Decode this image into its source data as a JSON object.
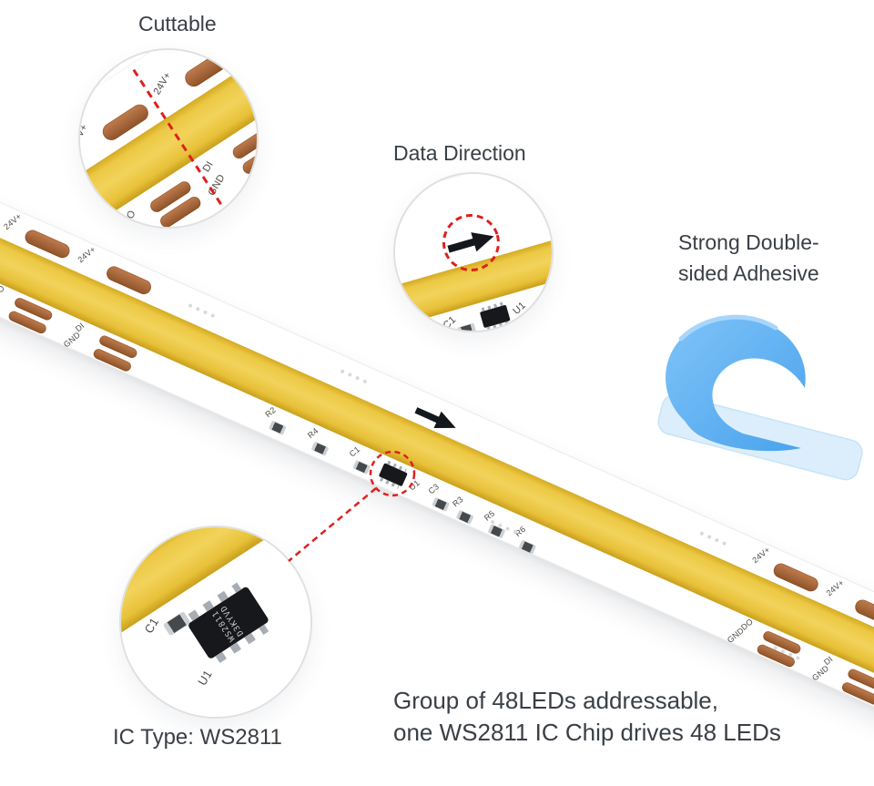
{
  "titles": {
    "cuttable": "Cuttable",
    "data_direction": "Data Direction",
    "adhesive_line1": "Strong Double-",
    "adhesive_line2": "sided Adhesive",
    "ic_caption": "IC Type: WS2811",
    "footer_line1": "Group of 48LEDs addressable,",
    "footer_line2": "one WS2811 IC Chip drives 48 LEDs"
  },
  "strip": {
    "pads": {
      "v24": "24V+",
      "do": "DO",
      "gnd": "GND",
      "di": "DI"
    },
    "refs": {
      "r2": "R2",
      "r4": "R4",
      "c1": "C1",
      "u1": "U1",
      "c3": "C3",
      "r3": "R3",
      "r5": "R5",
      "r6": "R6"
    },
    "ic_marking_line1": "WS2811",
    "ic_marking_line2": "D3KYVD"
  },
  "colors": {
    "phosphor_yellow": "#e8c139",
    "copper_pad": "#a96a3e",
    "accent_red": "#e01f1f",
    "adhesive_blue": "#58acf0",
    "adhesive_liner": "#dceefc",
    "text": "#3a3f46"
  }
}
